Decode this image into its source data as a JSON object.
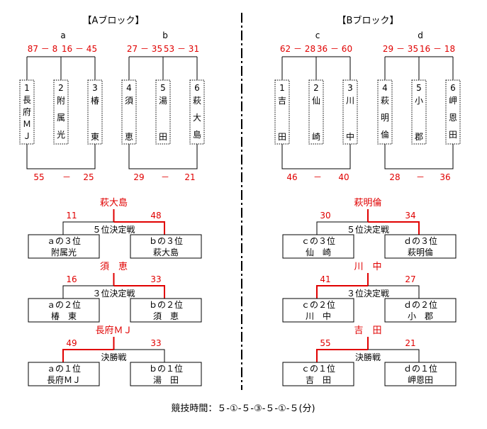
{
  "colors": {
    "line": "#000000",
    "winner": "#e00000",
    "score": "#e00000",
    "box_border": "#000000"
  },
  "blocks": [
    {
      "title": "【Aブロック】",
      "groups": [
        {
          "label": "a",
          "score1": "87 － 8",
          "score2": "16 － 45",
          "teams": [
            {
              "num": "1",
              "chars": [
                "長",
                "府",
                "Ｍ",
                "Ｊ"
              ]
            },
            {
              "num": "2",
              "chars": [
                "附",
                "属",
                "光"
              ]
            },
            {
              "num": "3",
              "chars": [
                "椿",
                "東"
              ]
            }
          ]
        },
        {
          "label": "b",
          "score1": "27 － 35",
          "score2": "53 － 31",
          "teams": [
            {
              "num": "4",
              "chars": [
                "須",
                "恵"
              ]
            },
            {
              "num": "5",
              "chars": [
                "湯",
                "田"
              ]
            },
            {
              "num": "6",
              "chars": [
                "萩",
                "大",
                "島"
              ]
            }
          ]
        }
      ],
      "cross": {
        "left": "55",
        "dash": "－",
        "right": "25"
      },
      "cross2": {
        "left": "29",
        "dash": "－",
        "right": "21"
      },
      "playoffs": [
        {
          "winner": "萩大島",
          "score_left": "11",
          "score_right": "48",
          "title": "５位決定戦",
          "left_box": [
            "ａの３位",
            "附属光"
          ],
          "right_box": [
            "ｂの３位",
            "萩大島"
          ],
          "winner_side": "right"
        },
        {
          "winner": "須　恵",
          "score_left": "16",
          "score_right": "33",
          "title": "３位決定戦",
          "left_box": [
            "ａの２位",
            "椿　東"
          ],
          "right_box": [
            "ｂの２位",
            "須　恵"
          ],
          "winner_side": "right"
        },
        {
          "winner": "長府ＭＪ",
          "score_left": "49",
          "score_right": "33",
          "title": "決勝戦",
          "left_box": [
            "ａの１位",
            "長府ＭＪ"
          ],
          "right_box": [
            "ｂの１位",
            "湯　田"
          ],
          "winner_side": "left"
        }
      ]
    },
    {
      "title": "【Bブロック】",
      "groups": [
        {
          "label": "c",
          "score1": "62 － 28",
          "score2": "36 － 60",
          "teams": [
            {
              "num": "1",
              "chars": [
                "吉",
                "田"
              ]
            },
            {
              "num": "2",
              "chars": [
                "仙",
                "崎"
              ]
            },
            {
              "num": "3",
              "chars": [
                "川",
                "中"
              ]
            }
          ]
        },
        {
          "label": "d",
          "score1": "29 － 35",
          "score2": "16 － 18",
          "teams": [
            {
              "num": "4",
              "chars": [
                "萩",
                "明",
                "倫"
              ]
            },
            {
              "num": "5",
              "chars": [
                "小",
                "郡"
              ]
            },
            {
              "num": "6",
              "chars": [
                "岬",
                "恩",
                "田"
              ]
            }
          ]
        }
      ],
      "cross": {
        "left": "46",
        "dash": "－",
        "right": "40"
      },
      "cross2": {
        "left": "28",
        "dash": "－",
        "right": "36"
      },
      "playoffs": [
        {
          "winner": "萩明倫",
          "score_left": "30",
          "score_right": "34",
          "title": "５位決定戦",
          "left_box": [
            "ｃの３位",
            "仙　崎"
          ],
          "right_box": [
            "ｄの３位",
            "萩明倫"
          ],
          "winner_side": "right"
        },
        {
          "winner": "川　中",
          "score_left": "41",
          "score_right": "27",
          "title": "３位決定戦",
          "left_box": [
            "ｃの２位",
            "川　中"
          ],
          "right_box": [
            "ｄの２位",
            "小　郡"
          ],
          "winner_side": "left"
        },
        {
          "winner": "吉　田",
          "score_left": "55",
          "score_right": "21",
          "title": "決勝戦",
          "left_box": [
            "ｃの１位",
            "吉　田"
          ],
          "right_box": [
            "ｄの１位",
            "岬恩田"
          ],
          "winner_side": "left"
        }
      ]
    }
  ],
  "footer": "競技時間：５-①-５-③-５-①-５(分)"
}
